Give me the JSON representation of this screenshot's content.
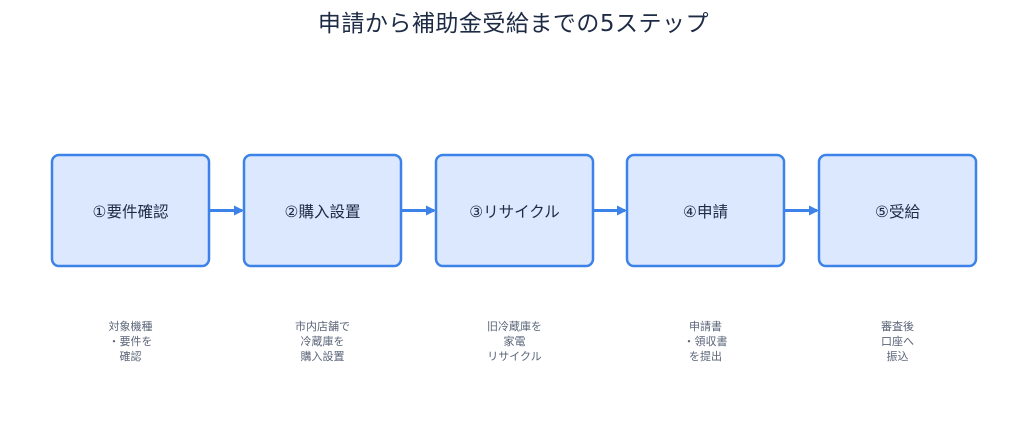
{
  "title": "申請から補助金受給までの5ステップ",
  "colors": {
    "box_fill": "#dbe8fd",
    "box_stroke": "#3d82e8",
    "arrow": "#3d82e8"
  },
  "steps": [
    {
      "label": "①要件確認",
      "note": [
        "対象機種",
        "・要件を",
        "確認"
      ]
    },
    {
      "label": "②購入設置",
      "note": [
        "市内店舗で",
        "冷蔵庫を",
        "購入設置"
      ]
    },
    {
      "label": "③リサイクル",
      "note": [
        "旧冷蔵庫を",
        "家電",
        "リサイクル"
      ]
    },
    {
      "label": "④申請",
      "note": [
        "申請書",
        "・領収書",
        "を提出"
      ]
    },
    {
      "label": "⑤受給",
      "note": [
        "審査後",
        "口座へ",
        "振込"
      ]
    }
  ]
}
